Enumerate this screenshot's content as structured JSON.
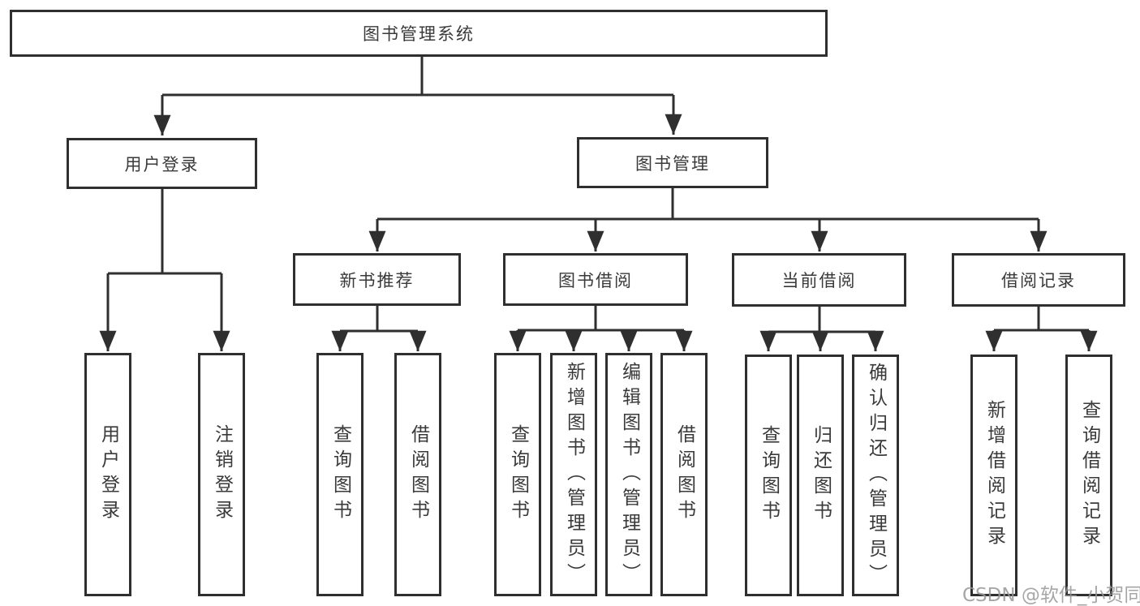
{
  "diagram": {
    "tree": {
      "label": "图书管理系统",
      "children": [
        {
          "label": "用户登录",
          "children": [
            {
              "label": "用户登录"
            },
            {
              "label": "注销登录"
            }
          ]
        },
        {
          "label": "图书管理",
          "children": [
            {
              "label": "新书推荐",
              "children": [
                {
                  "label": "查询图书"
                },
                {
                  "label": "借阅图书"
                }
              ]
            },
            {
              "label": "图书借阅",
              "children": [
                {
                  "label": "查询图书"
                },
                {
                  "label": "新增图书（管理员）"
                },
                {
                  "label": "编辑图书（管理员）"
                },
                {
                  "label": "借阅图书"
                }
              ]
            },
            {
              "label": "当前借阅",
              "children": [
                {
                  "label": "查询图书"
                },
                {
                  "label": "归还图书"
                },
                {
                  "label": "确认归还（管理员）"
                }
              ]
            },
            {
              "label": "借阅记录",
              "children": [
                {
                  "label": "新增借阅记录"
                },
                {
                  "label": "查询借阅记录"
                }
              ]
            }
          ]
        }
      ]
    },
    "watermark": "CSDN @软件_小贺同学",
    "colors": {
      "line": "#2f2f2f",
      "box_border": "#2f2f2f",
      "text": "#3a3a3a",
      "watermark": "#969696",
      "background": "#ffffff"
    }
  }
}
